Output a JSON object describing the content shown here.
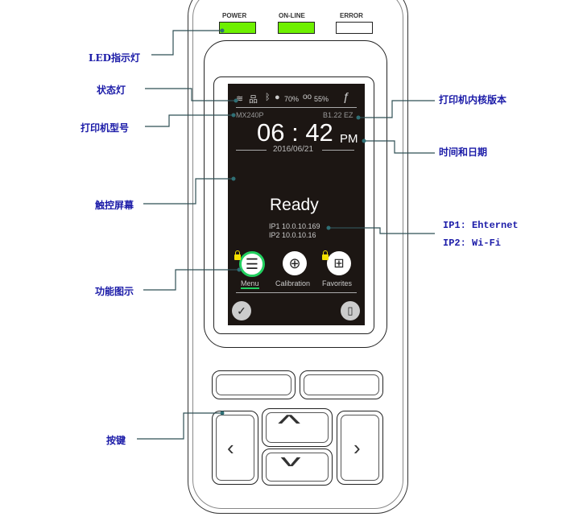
{
  "leds": {
    "power": "POWER",
    "online": "ON-LINE",
    "error": "ERROR",
    "colors": {
      "on": "#6ef000",
      "off": "#ffffff"
    }
  },
  "screen": {
    "status": {
      "ribbon": "70%",
      "labels": "55%"
    },
    "model": "MX240P",
    "version": "B1.22 EZ",
    "time": "06 : 42",
    "ampm": "PM",
    "date": "2016/06/21",
    "state": "Ready",
    "ip1": "IP1 10.0.10.169",
    "ip2": "IP2 10.0.10.16",
    "icons": [
      {
        "label": "Menu"
      },
      {
        "label": "Calibration"
      },
      {
        "label": "Favorites"
      }
    ]
  },
  "annotations": {
    "led": "LED指示灯",
    "status": "状态灯",
    "model": "打印机型号",
    "touch": "触控屏幕",
    "function": "功能图示",
    "keys": "按键",
    "version": "打印机内核版本",
    "datetime": "时间和日期",
    "ip1": "IP1: Ehternet",
    "ip2": "IP2: Wi-Fi"
  }
}
